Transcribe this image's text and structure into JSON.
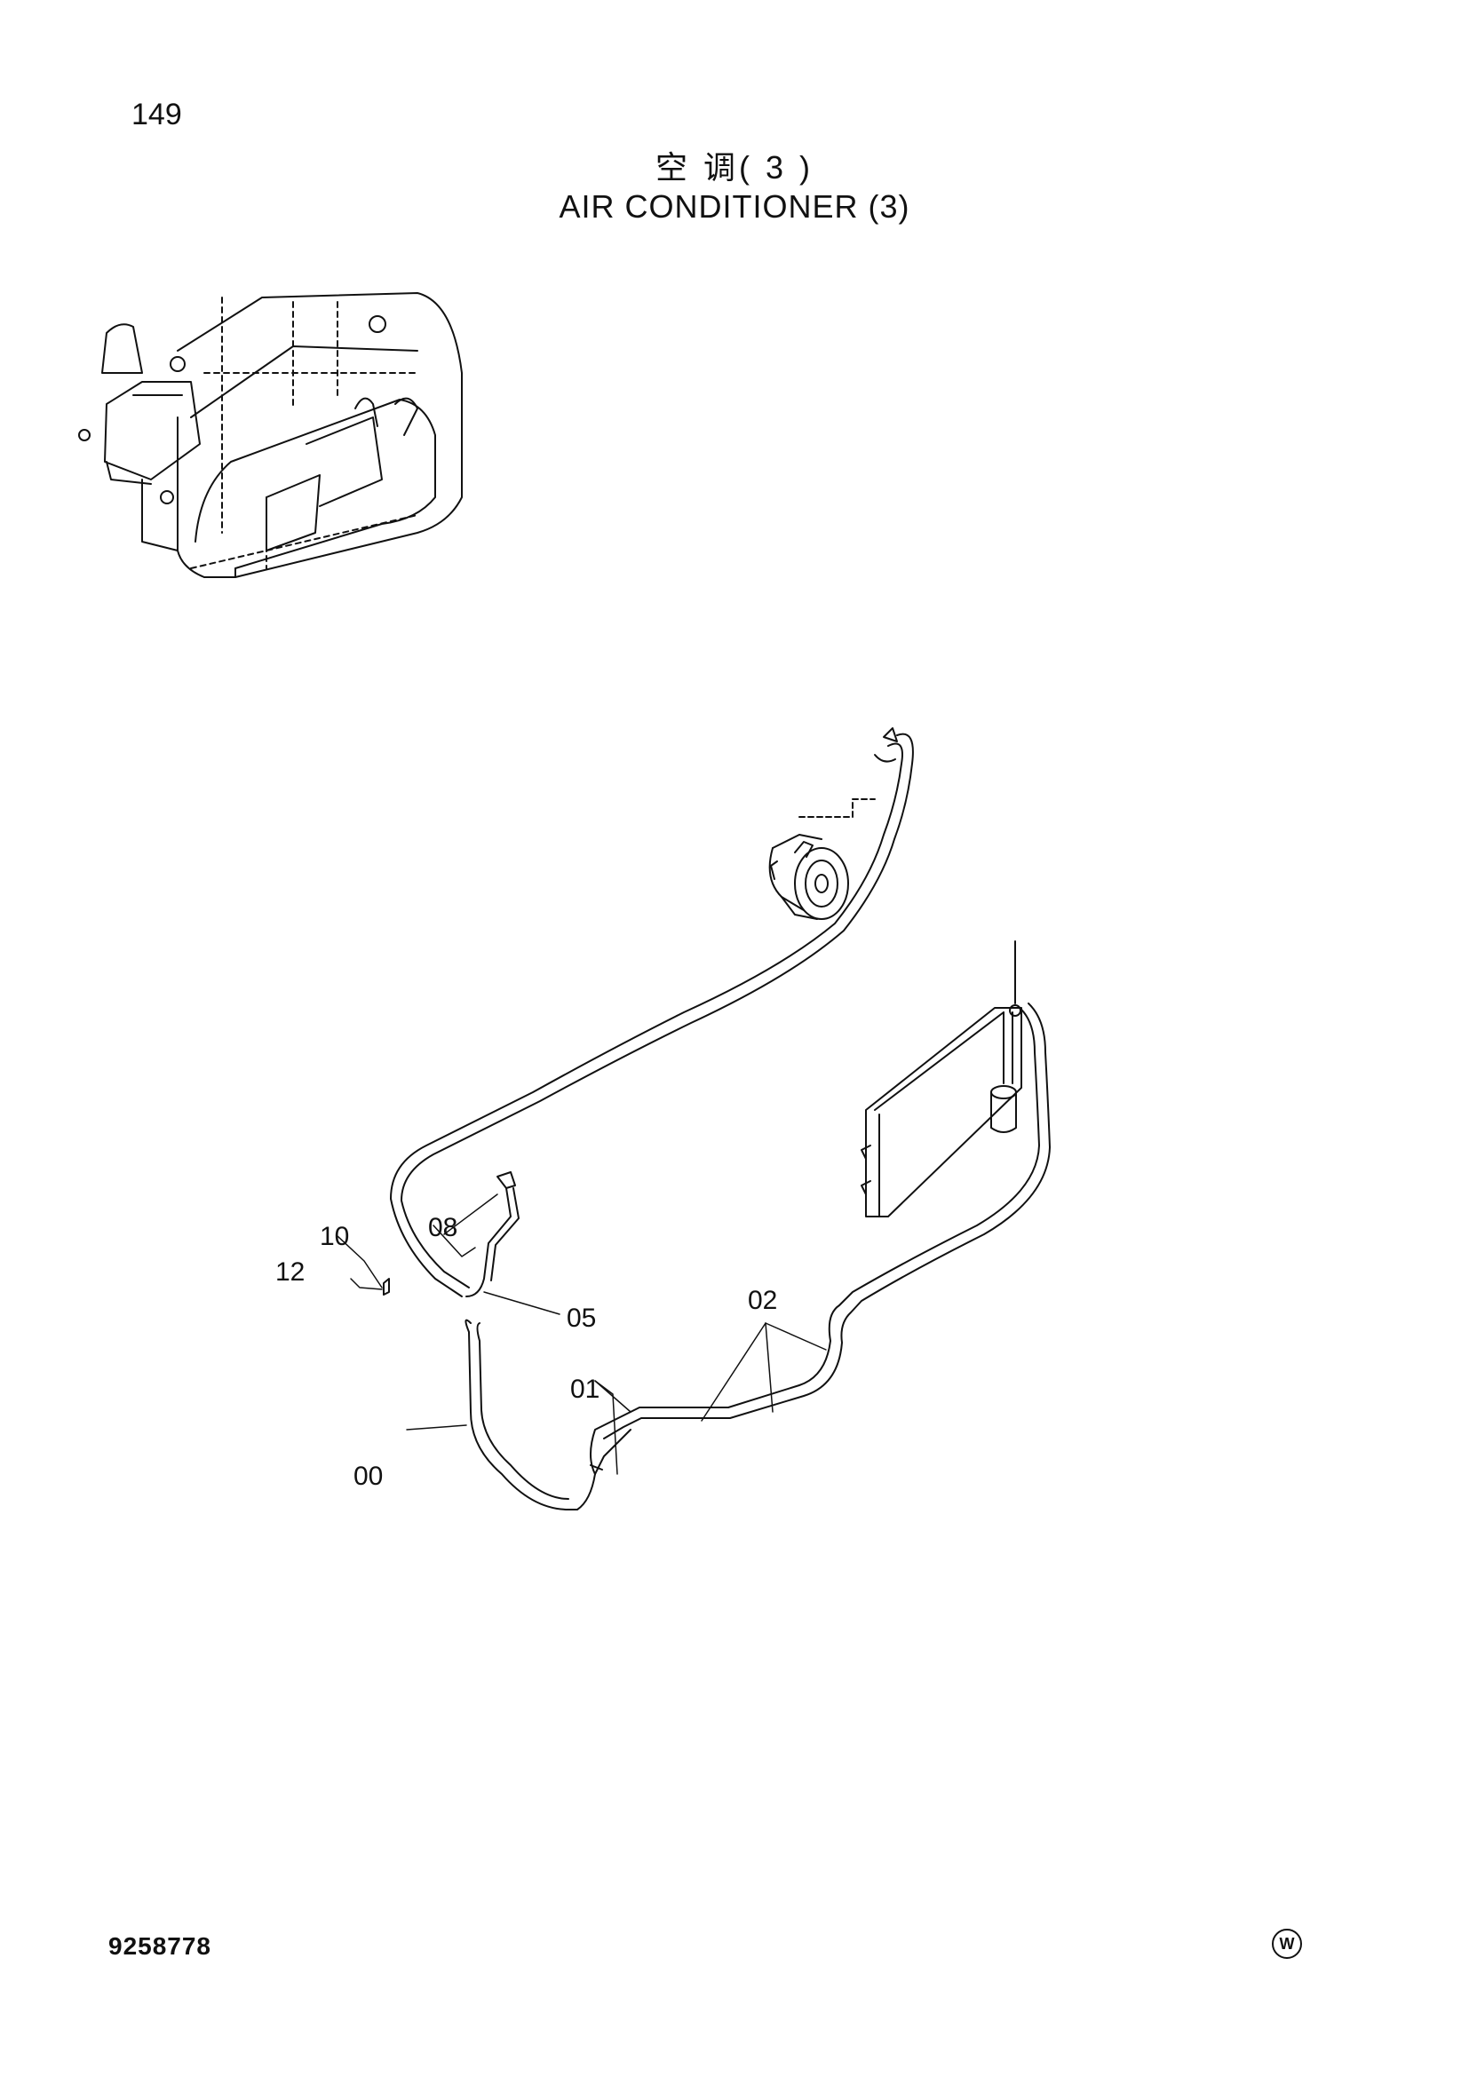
{
  "page": {
    "number": "149",
    "title_cn": "空 调( 3 )",
    "title_en": "AIR CONDITIONER (3)",
    "doc_number": "9258778",
    "mark": "W"
  },
  "callouts": {
    "c00": "00",
    "c01": "01",
    "c02": "02",
    "c05": "05",
    "c08": "08",
    "c10": "10",
    "c12": "12"
  },
  "icons": {
    "location_inset": "excavator-cab-outline-icon",
    "compressor": "compressor-icon",
    "condenser": "condenser-icon",
    "receiver": "receiver-dryer-icon"
  }
}
